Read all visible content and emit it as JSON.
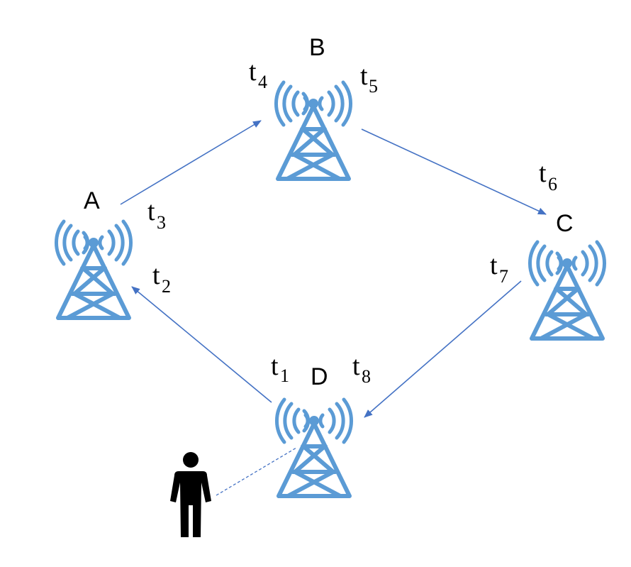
{
  "colors": {
    "tower": "#5B9BD5",
    "arrow": "#4472C4",
    "person": "#000000",
    "label": "#000000"
  },
  "nodes": [
    {
      "id": "A",
      "label": "A",
      "icon": "cell-tower-icon"
    },
    {
      "id": "B",
      "label": "B",
      "icon": "cell-tower-icon"
    },
    {
      "id": "C",
      "label": "C",
      "icon": "cell-tower-icon"
    },
    {
      "id": "D",
      "label": "D",
      "icon": "cell-tower-icon"
    }
  ],
  "times": [
    {
      "base": "t",
      "sub": "1"
    },
    {
      "base": "t",
      "sub": "2"
    },
    {
      "base": "t",
      "sub": "3"
    },
    {
      "base": "t",
      "sub": "4"
    },
    {
      "base": "t",
      "sub": "5"
    },
    {
      "base": "t",
      "sub": "6"
    },
    {
      "base": "t",
      "sub": "7"
    },
    {
      "base": "t",
      "sub": "8"
    }
  ],
  "edges": [
    {
      "from": "D",
      "to": "A"
    },
    {
      "from": "A",
      "to": "B"
    },
    {
      "from": "B",
      "to": "C"
    },
    {
      "from": "C",
      "to": "D"
    }
  ],
  "user": {
    "icon": "person-icon",
    "connection": "dashed",
    "connected_to": "D"
  }
}
